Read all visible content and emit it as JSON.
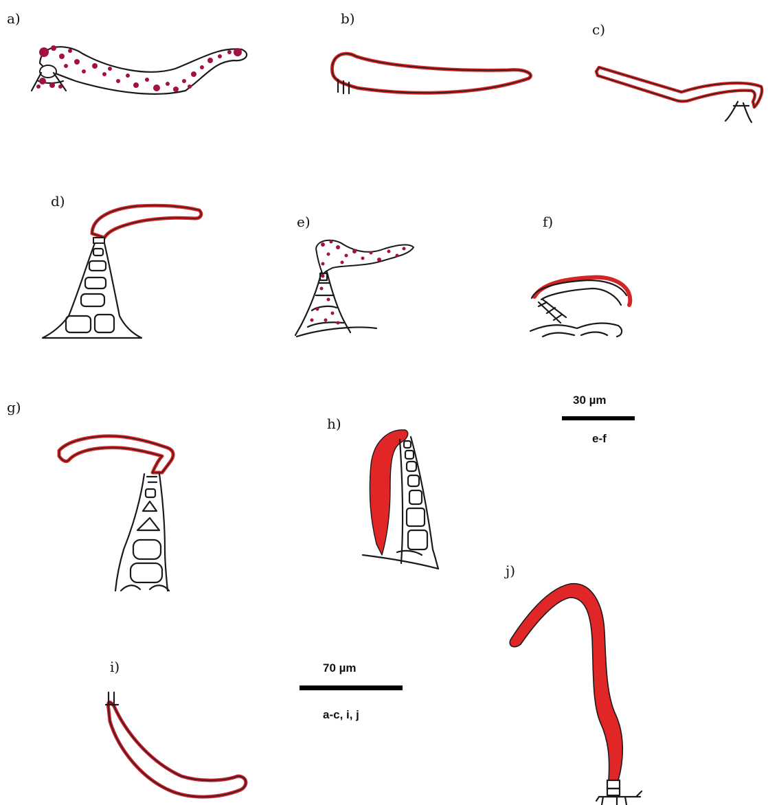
{
  "panels": {
    "a": "a)",
    "b": "b)",
    "c": "c)",
    "d": "d)",
    "e": "e)",
    "f": "f)",
    "g": "g)",
    "h": "h)",
    "i": "i)",
    "j": "j)"
  },
  "scale_bars": {
    "small": {
      "length": "30 µm",
      "applies_to": "e-f"
    },
    "large": {
      "length": "70 µm",
      "applies_to": "a-c, i, j"
    }
  },
  "colors": {
    "stain_red": "#e02626",
    "dot_crimson": "#a3123f",
    "ink": "#1a1a1a",
    "background": "#ffffff"
  }
}
